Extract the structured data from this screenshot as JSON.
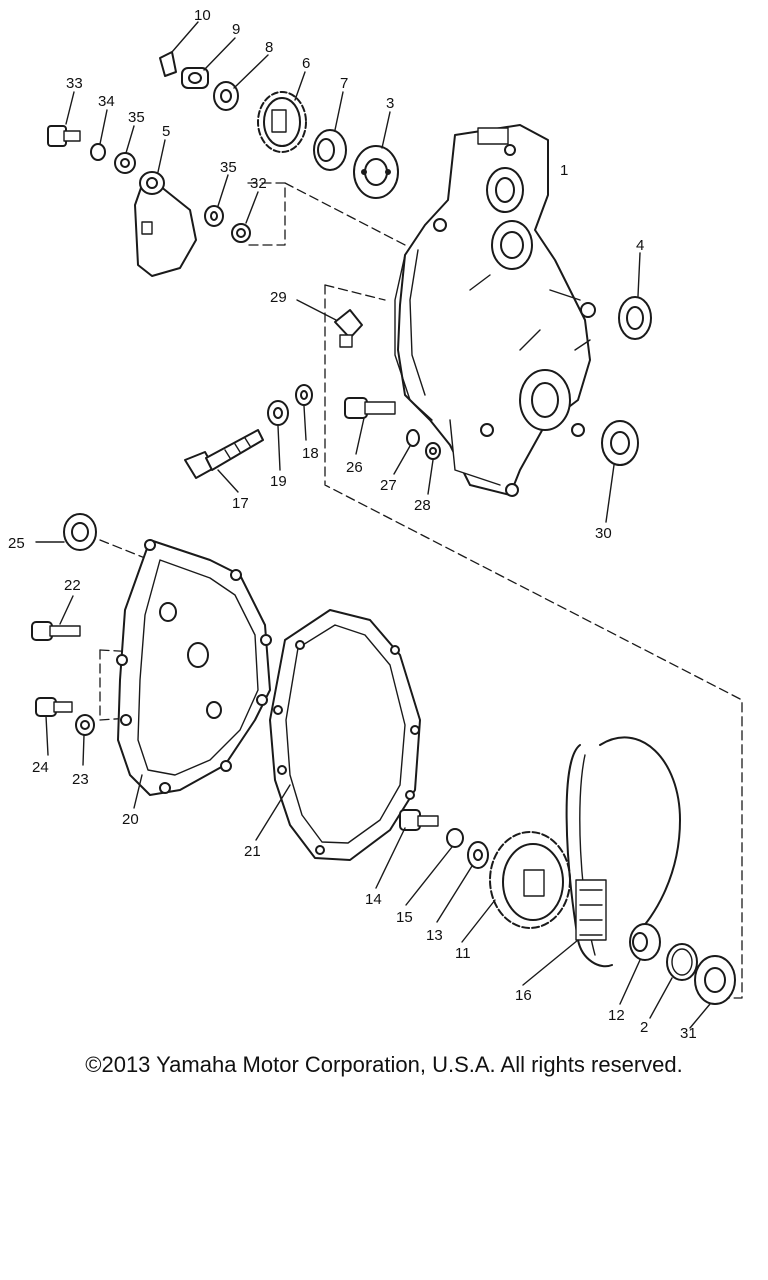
{
  "diagram": {
    "part_numbers": [
      "1",
      "2",
      "3",
      "4",
      "5",
      "6",
      "7",
      "8",
      "9",
      "10",
      "11",
      "12",
      "13",
      "14",
      "15",
      "16",
      "17",
      "18",
      "19",
      "20",
      "21",
      "22",
      "23",
      "24",
      "25",
      "26",
      "27",
      "28",
      "29",
      "30",
      "31",
      "32",
      "33",
      "34",
      "35"
    ]
  },
  "footer": {
    "copyright": "©2013 Yamaha Motor Corporation, U.S.A. All rights reserved."
  }
}
